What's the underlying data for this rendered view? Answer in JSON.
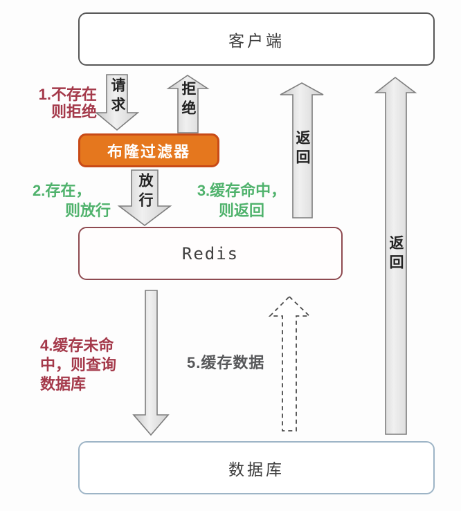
{
  "diagram": {
    "title": "redis-bloom-filter-cache-flow",
    "nodes": {
      "client": {
        "label": "客户端"
      },
      "bloom_filter": {
        "label": "布隆过滤器",
        "fill_color": "#e5771e",
        "border_color": "#c84a17",
        "text_color": "#ffffff"
      },
      "redis": {
        "label": "Redis",
        "border_color": "#8e4a50"
      },
      "database": {
        "label": "数据库",
        "border_color": "#9db4c6"
      }
    },
    "arrows": {
      "request": {
        "label": "请求",
        "direction": "down"
      },
      "reject": {
        "label": "拒绝",
        "direction": "up"
      },
      "pass": {
        "label": "放行",
        "direction": "down"
      },
      "return_mid": {
        "label": "返回",
        "direction": "up"
      },
      "return_right": {
        "label": "返回",
        "direction": "up"
      },
      "query": {
        "label": "",
        "direction": "down"
      },
      "cache_data": {
        "label": "",
        "direction": "up",
        "style": "dashed"
      }
    },
    "steps": {
      "step1": {
        "lines": [
          "1.不存在",
          "则拒绝"
        ],
        "color": "#a4394a"
      },
      "step2": {
        "lines": [
          "2.存在，",
          "则放行"
        ],
        "color": "#4fb26c"
      },
      "step3": {
        "lines": [
          "3.缓存命中，",
          "则返回"
        ],
        "color": "#4fb26c"
      },
      "step4": {
        "lines": [
          "4.缓存未命",
          "中，则查询",
          "数据库"
        ],
        "color": "#a4394a"
      },
      "step5": {
        "lines": [
          "5.缓存数据"
        ],
        "color": "#57585a"
      }
    }
  }
}
